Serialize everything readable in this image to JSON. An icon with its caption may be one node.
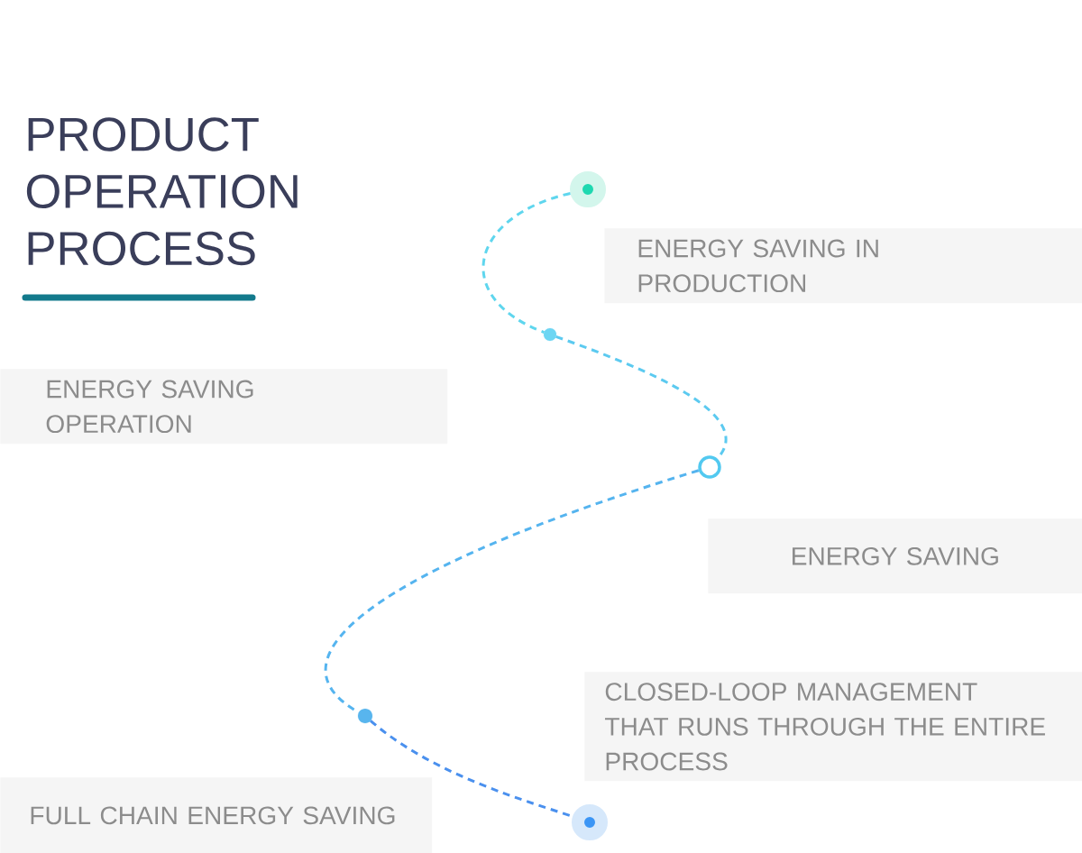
{
  "diagram": {
    "title": "PRODUCT OPERATION PROCESS",
    "nodes": [
      {
        "text": [],
        "shape": "circle"
      },
      {
        "text": [
          "ENERGY SAVING IN PRODUCTION"
        ]
      },
      {
        "text": [],
        "shape": "circle"
      },
      {
        "text": [
          "ENERGY SAVING OPERATION"
        ]
      },
      {
        "text": [],
        "shape": "circle"
      },
      {
        "text": [
          "ENERGY SAVING"
        ]
      },
      {
        "text": [
          "CLOSED-LOOP MANAGEMENT THAT RUNS THROUGH THE ENTIRE PROCESS"
        ]
      },
      {
        "text": [],
        "shape": "circle"
      },
      {
        "text": [
          "FULL CHAIN ENERGY SAVING"
        ]
      },
      {
        "text": [],
        "shape": "circle"
      }
    ],
    "edges": [
      {
        "from": 0,
        "to": 2,
        "arrow": "none",
        "style": "dashed",
        "color": "#5fd6ee"
      },
      {
        "from": 2,
        "to": 4,
        "arrow": "none",
        "style": "dashed",
        "color": "#5ccaf0"
      },
      {
        "from": 4,
        "to": 7,
        "arrow": "none",
        "style": "dashed",
        "color": "#55b4ef"
      },
      {
        "from": 7,
        "to": 9,
        "arrow": "none",
        "style": "dashed",
        "color": "#4a90ee"
      }
    ]
  }
}
